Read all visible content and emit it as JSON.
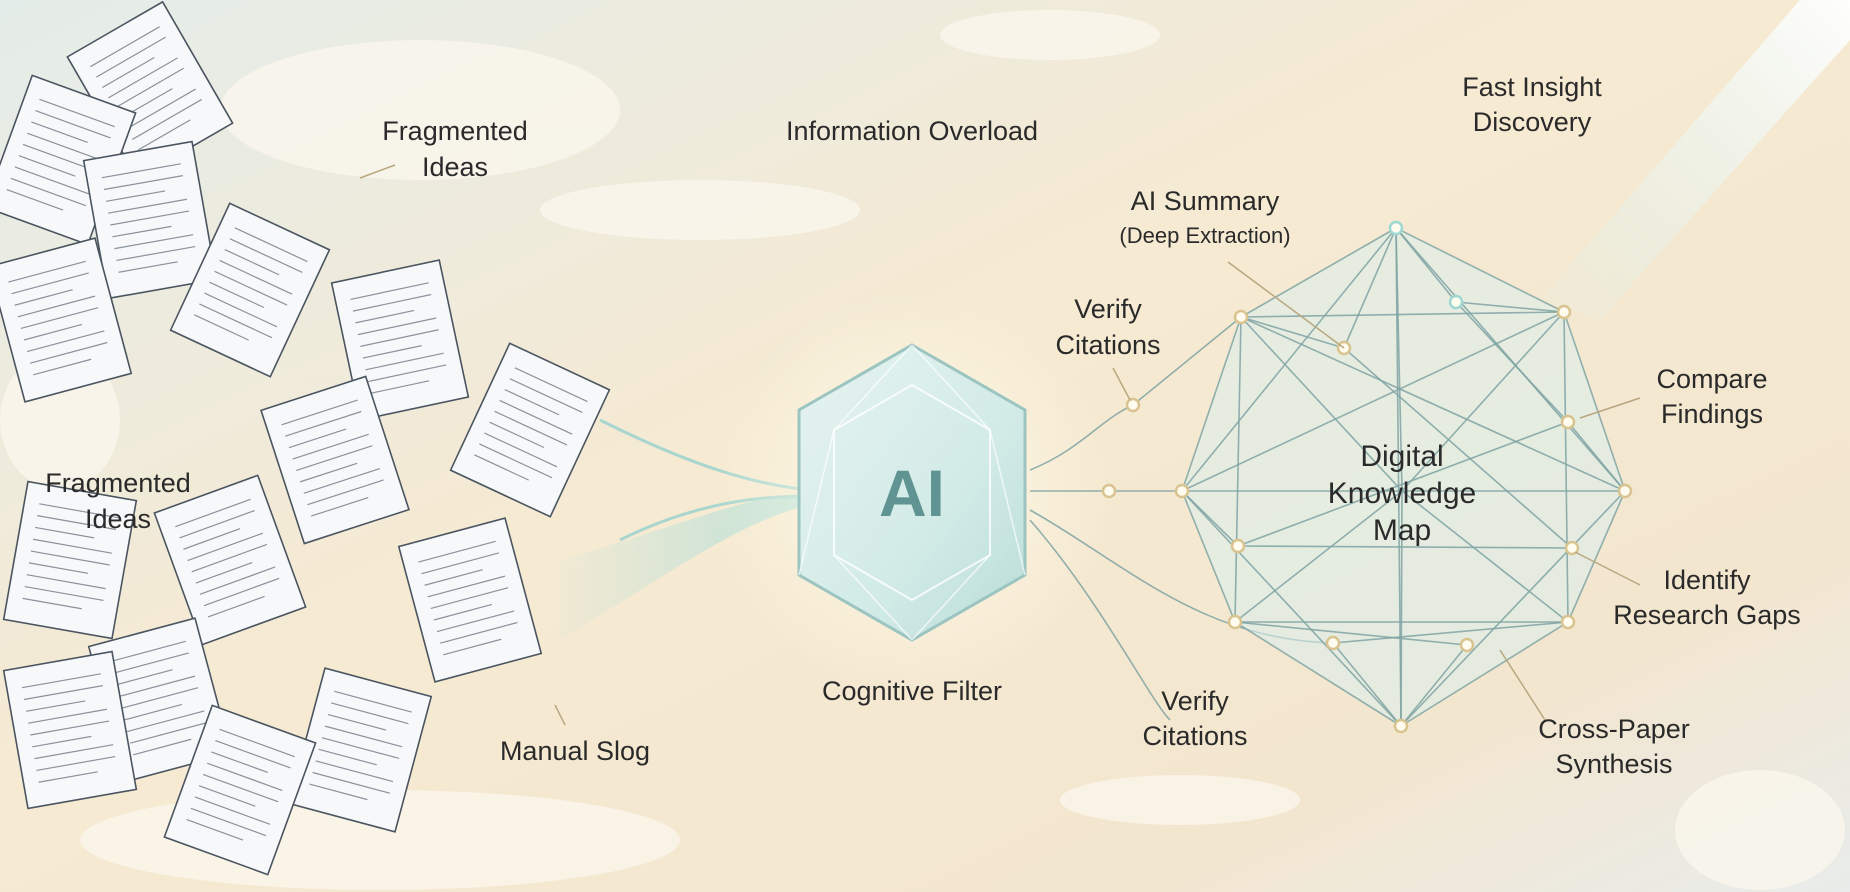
{
  "title": "Information Overload",
  "left": {
    "fragmented_top": [
      "Fragmented",
      "Ideas"
    ],
    "fragmented_left": [
      "Fragmented",
      "Ideas"
    ],
    "manual_slog": "Manual Slog"
  },
  "center": {
    "ai_text": "AI",
    "caption": "Cognitive Filter"
  },
  "right": {
    "map_title": [
      "Digital",
      "Knowledge",
      "Map"
    ],
    "ai_summary": [
      "AI Summary",
      "(Deep Extraction)"
    ],
    "verify_top": [
      "Verify",
      "Citations"
    ],
    "verify_bottom": [
      "Verify",
      "Citations"
    ],
    "fast_insight": [
      "Fast Insight",
      "Discovery"
    ],
    "compare": [
      "Compare",
      "Findings"
    ],
    "gaps": [
      "Identify",
      "Research Gaps"
    ],
    "synthesis": [
      "Cross-Paper",
      "Synthesis"
    ]
  },
  "colors": {
    "accent": "#5f9492",
    "sky": "#dfe9e6",
    "warm": "#f6e6c8"
  }
}
